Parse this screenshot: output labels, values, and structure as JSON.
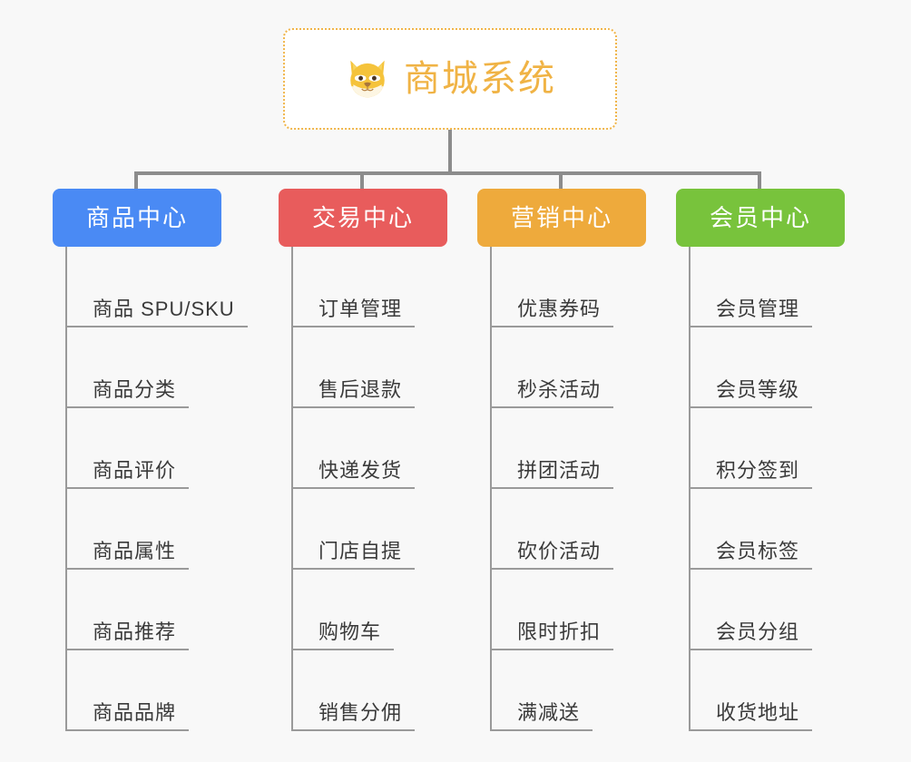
{
  "root": {
    "title": "商城系统",
    "icon": "shiba-dog-emoji",
    "border_color": "#f0b54a",
    "text_color": "#f0b345",
    "background": "#ffffff"
  },
  "canvas": {
    "background": "#f8f8f8",
    "connector_color": "#8c8c8c",
    "leaf_line_color": "#9a9a9a",
    "leaf_text_color": "#3a3a3a"
  },
  "columns": [
    {
      "id": "product-center",
      "label": "商品中心",
      "color": "#4a8af4",
      "items": [
        "商品 SPU/SKU",
        "商品分类",
        "商品评价",
        "商品属性",
        "商品推荐",
        "商品品牌"
      ]
    },
    {
      "id": "trade-center",
      "label": "交易中心",
      "color": "#e85c5c",
      "items": [
        "订单管理",
        "售后退款",
        "快递发货",
        "门店自提",
        "购物车",
        "销售分佣"
      ]
    },
    {
      "id": "marketing-center",
      "label": "营销中心",
      "color": "#eeaa3c",
      "items": [
        "优惠券码",
        "秒杀活动",
        "拼团活动",
        "砍价活动",
        "限时折扣",
        "满减送"
      ]
    },
    {
      "id": "member-center",
      "label": "会员中心",
      "color": "#78c33c",
      "items": [
        "会员管理",
        "会员等级",
        "积分签到",
        "会员标签",
        "会员分组",
        "收货地址"
      ]
    }
  ]
}
